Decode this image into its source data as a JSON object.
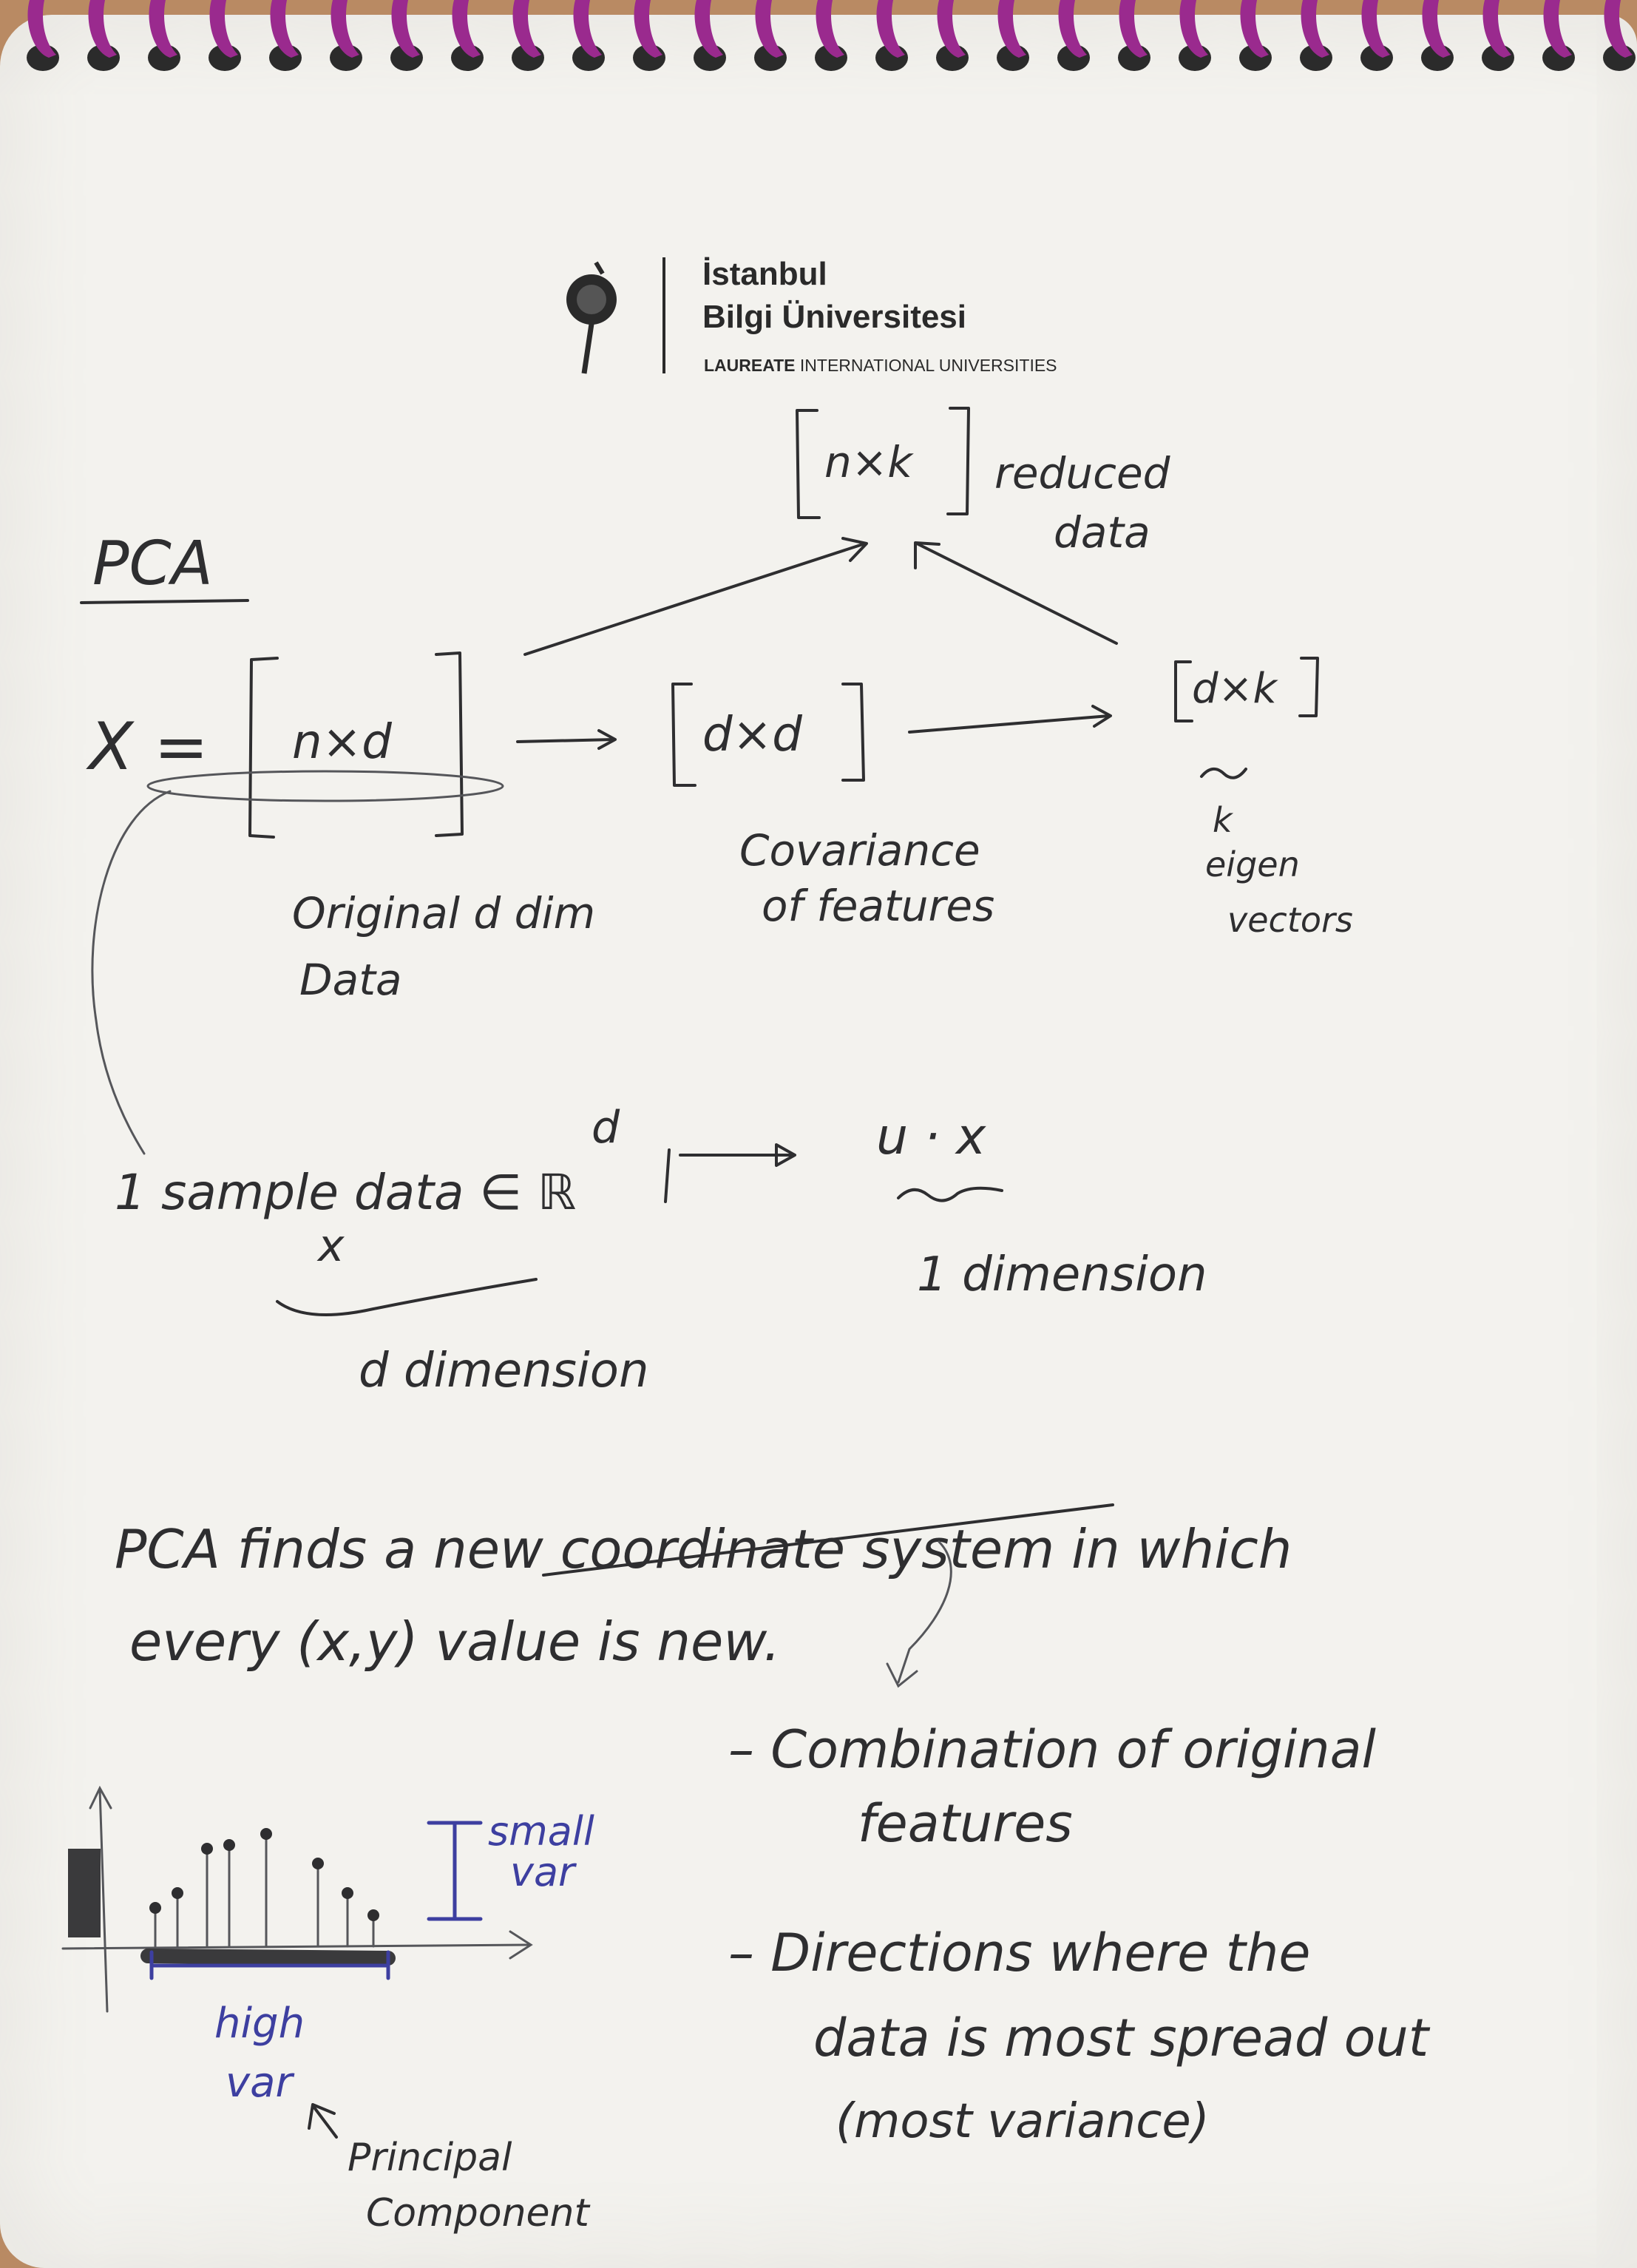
{
  "logo": {
    "line1": "İstanbul",
    "line2": "Bilgi Üniversitesi",
    "line3_bold": "LAUREATE",
    "line3_rest": " INTERNATIONAL UNIVERSITIES"
  },
  "notes": {
    "heading": "PCA",
    "x_equals": "X =",
    "matrix_nd": "n×d",
    "matrix_dd": "d×d",
    "matrix_dk": "d×k",
    "matrix_nk": "n×k",
    "reduced_line1": "reduced",
    "reduced_line2": "data",
    "original_line1": "Original d dim",
    "original_line2": "Data",
    "covariance_line1": "Covariance",
    "covariance_line2": "of features",
    "k_label": "k",
    "eigen_line1": "eigen",
    "eigen_line2": "vectors",
    "sample_text": "1 sample data ∈ ℝ",
    "sample_exp": "d",
    "x_var": "x",
    "d_dimension": "d dimension",
    "ux": "u · x",
    "one_dimension": "1 dimension",
    "pca_line1_a": "PCA finds a ",
    "pca_line1_b": "new coordinate system",
    "pca_line1_c": " in which",
    "pca_line2": "every (x,y) value is new.",
    "bullet1_line1": "– Combination of original",
    "bullet1_line2": "features",
    "bullet2_line1": "– Directions where the",
    "bullet2_line2": "data is most spread out",
    "bullet2_line3": "(most variance)",
    "small_var_line1": "small",
    "small_var_line2": "var",
    "high_var_line1": "high",
    "high_var_line2": "var",
    "principal_line1": "Principal",
    "principal_line2": "Component"
  },
  "colors": {
    "ink": "#2e2e30",
    "blue_ink": "#3d3fa0",
    "spiral": "#9a2a8e",
    "paper": "#f3f2ee"
  }
}
